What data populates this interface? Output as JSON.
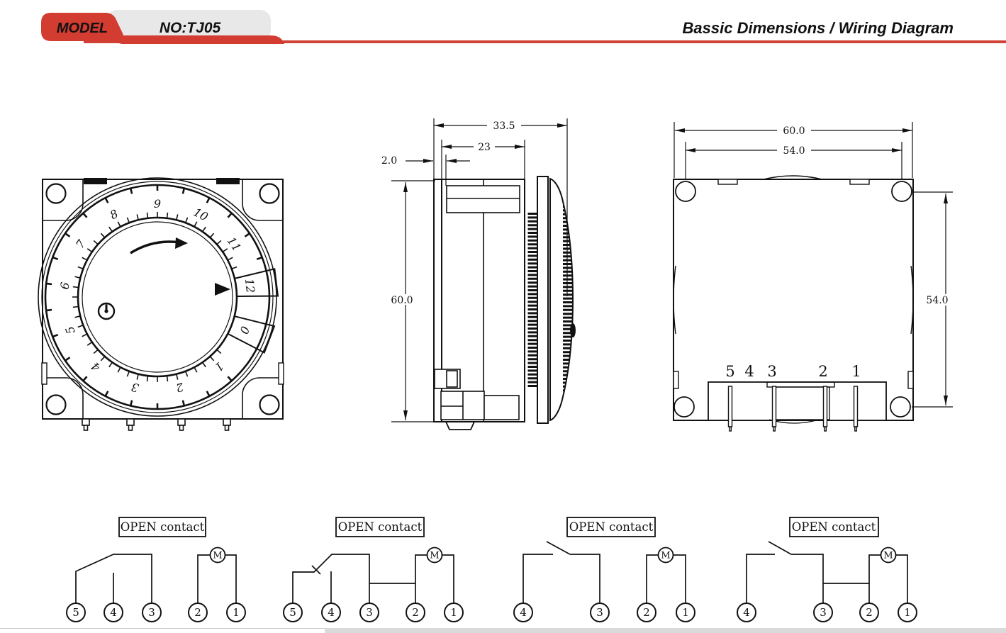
{
  "header": {
    "model_label": "MODEL",
    "model_no": "NO:TJ05",
    "title": "Bassic Dimensions / Wiring Diagram",
    "accent_color": "#d23c31"
  },
  "front_view": {
    "dial_numbers": [
      "0",
      "1",
      "2",
      "3",
      "4",
      "5",
      "6",
      "7",
      "8",
      "9",
      "10",
      "11",
      "12"
    ]
  },
  "side_view": {
    "dim_depth_total": "33.5",
    "dim_depth_body": "23",
    "dim_flange": "2.0",
    "dim_height": "60.0"
  },
  "back_view": {
    "dim_width": "60.0",
    "dim_hole_span": "54.0",
    "dim_hole_span_vertical": "54.0",
    "terminals": [
      "5",
      "4",
      "3",
      "2",
      "1"
    ]
  },
  "wiring": [
    {
      "title": "OPEN contact",
      "motor": "M",
      "terminals": [
        "5",
        "4",
        "3",
        "2",
        "1"
      ]
    },
    {
      "title": "OPEN contact",
      "motor": "M",
      "terminals": [
        "5",
        "4",
        "3",
        "2",
        "1"
      ]
    },
    {
      "title": "OPEN contact",
      "motor": "M",
      "terminals": [
        "4",
        "3",
        "2",
        "1"
      ]
    },
    {
      "title": "OPEN contact",
      "motor": "M",
      "terminals": [
        "4",
        "3",
        "2",
        "1"
      ]
    }
  ]
}
